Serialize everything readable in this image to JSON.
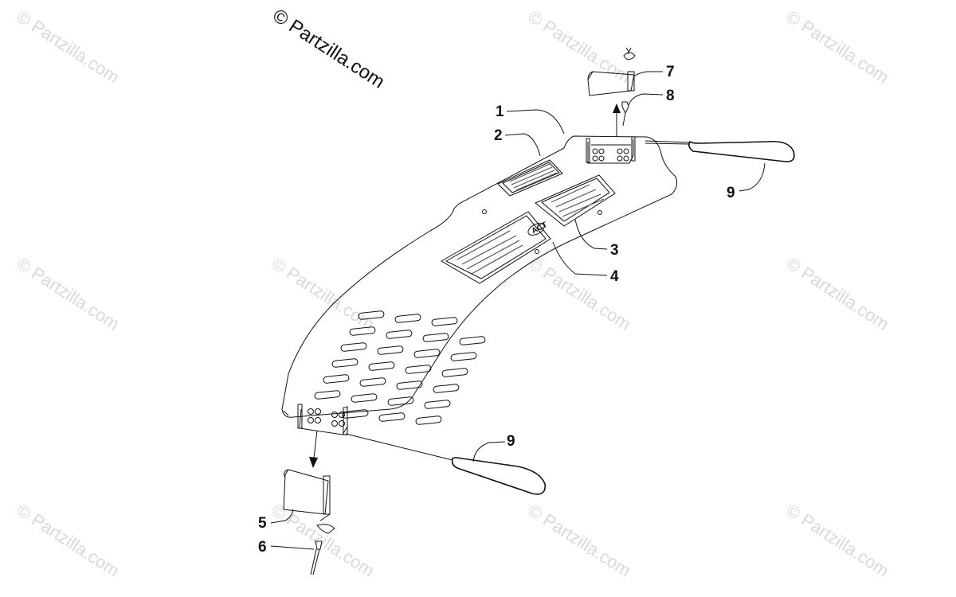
{
  "copyright": "© Partzilla.com",
  "watermark": "© Partzilla.com",
  "callouts": {
    "c1": "1",
    "c2": "2",
    "c3": "3",
    "c4": "4",
    "c5": "5",
    "c6": "6",
    "c7": "7",
    "c8": "8",
    "c9a": "9",
    "c9b": "9"
  },
  "decal_logo": "ACT",
  "colors": {
    "ink": "#111111",
    "watermark": "#d9d9d9",
    "background": "#ffffff"
  }
}
